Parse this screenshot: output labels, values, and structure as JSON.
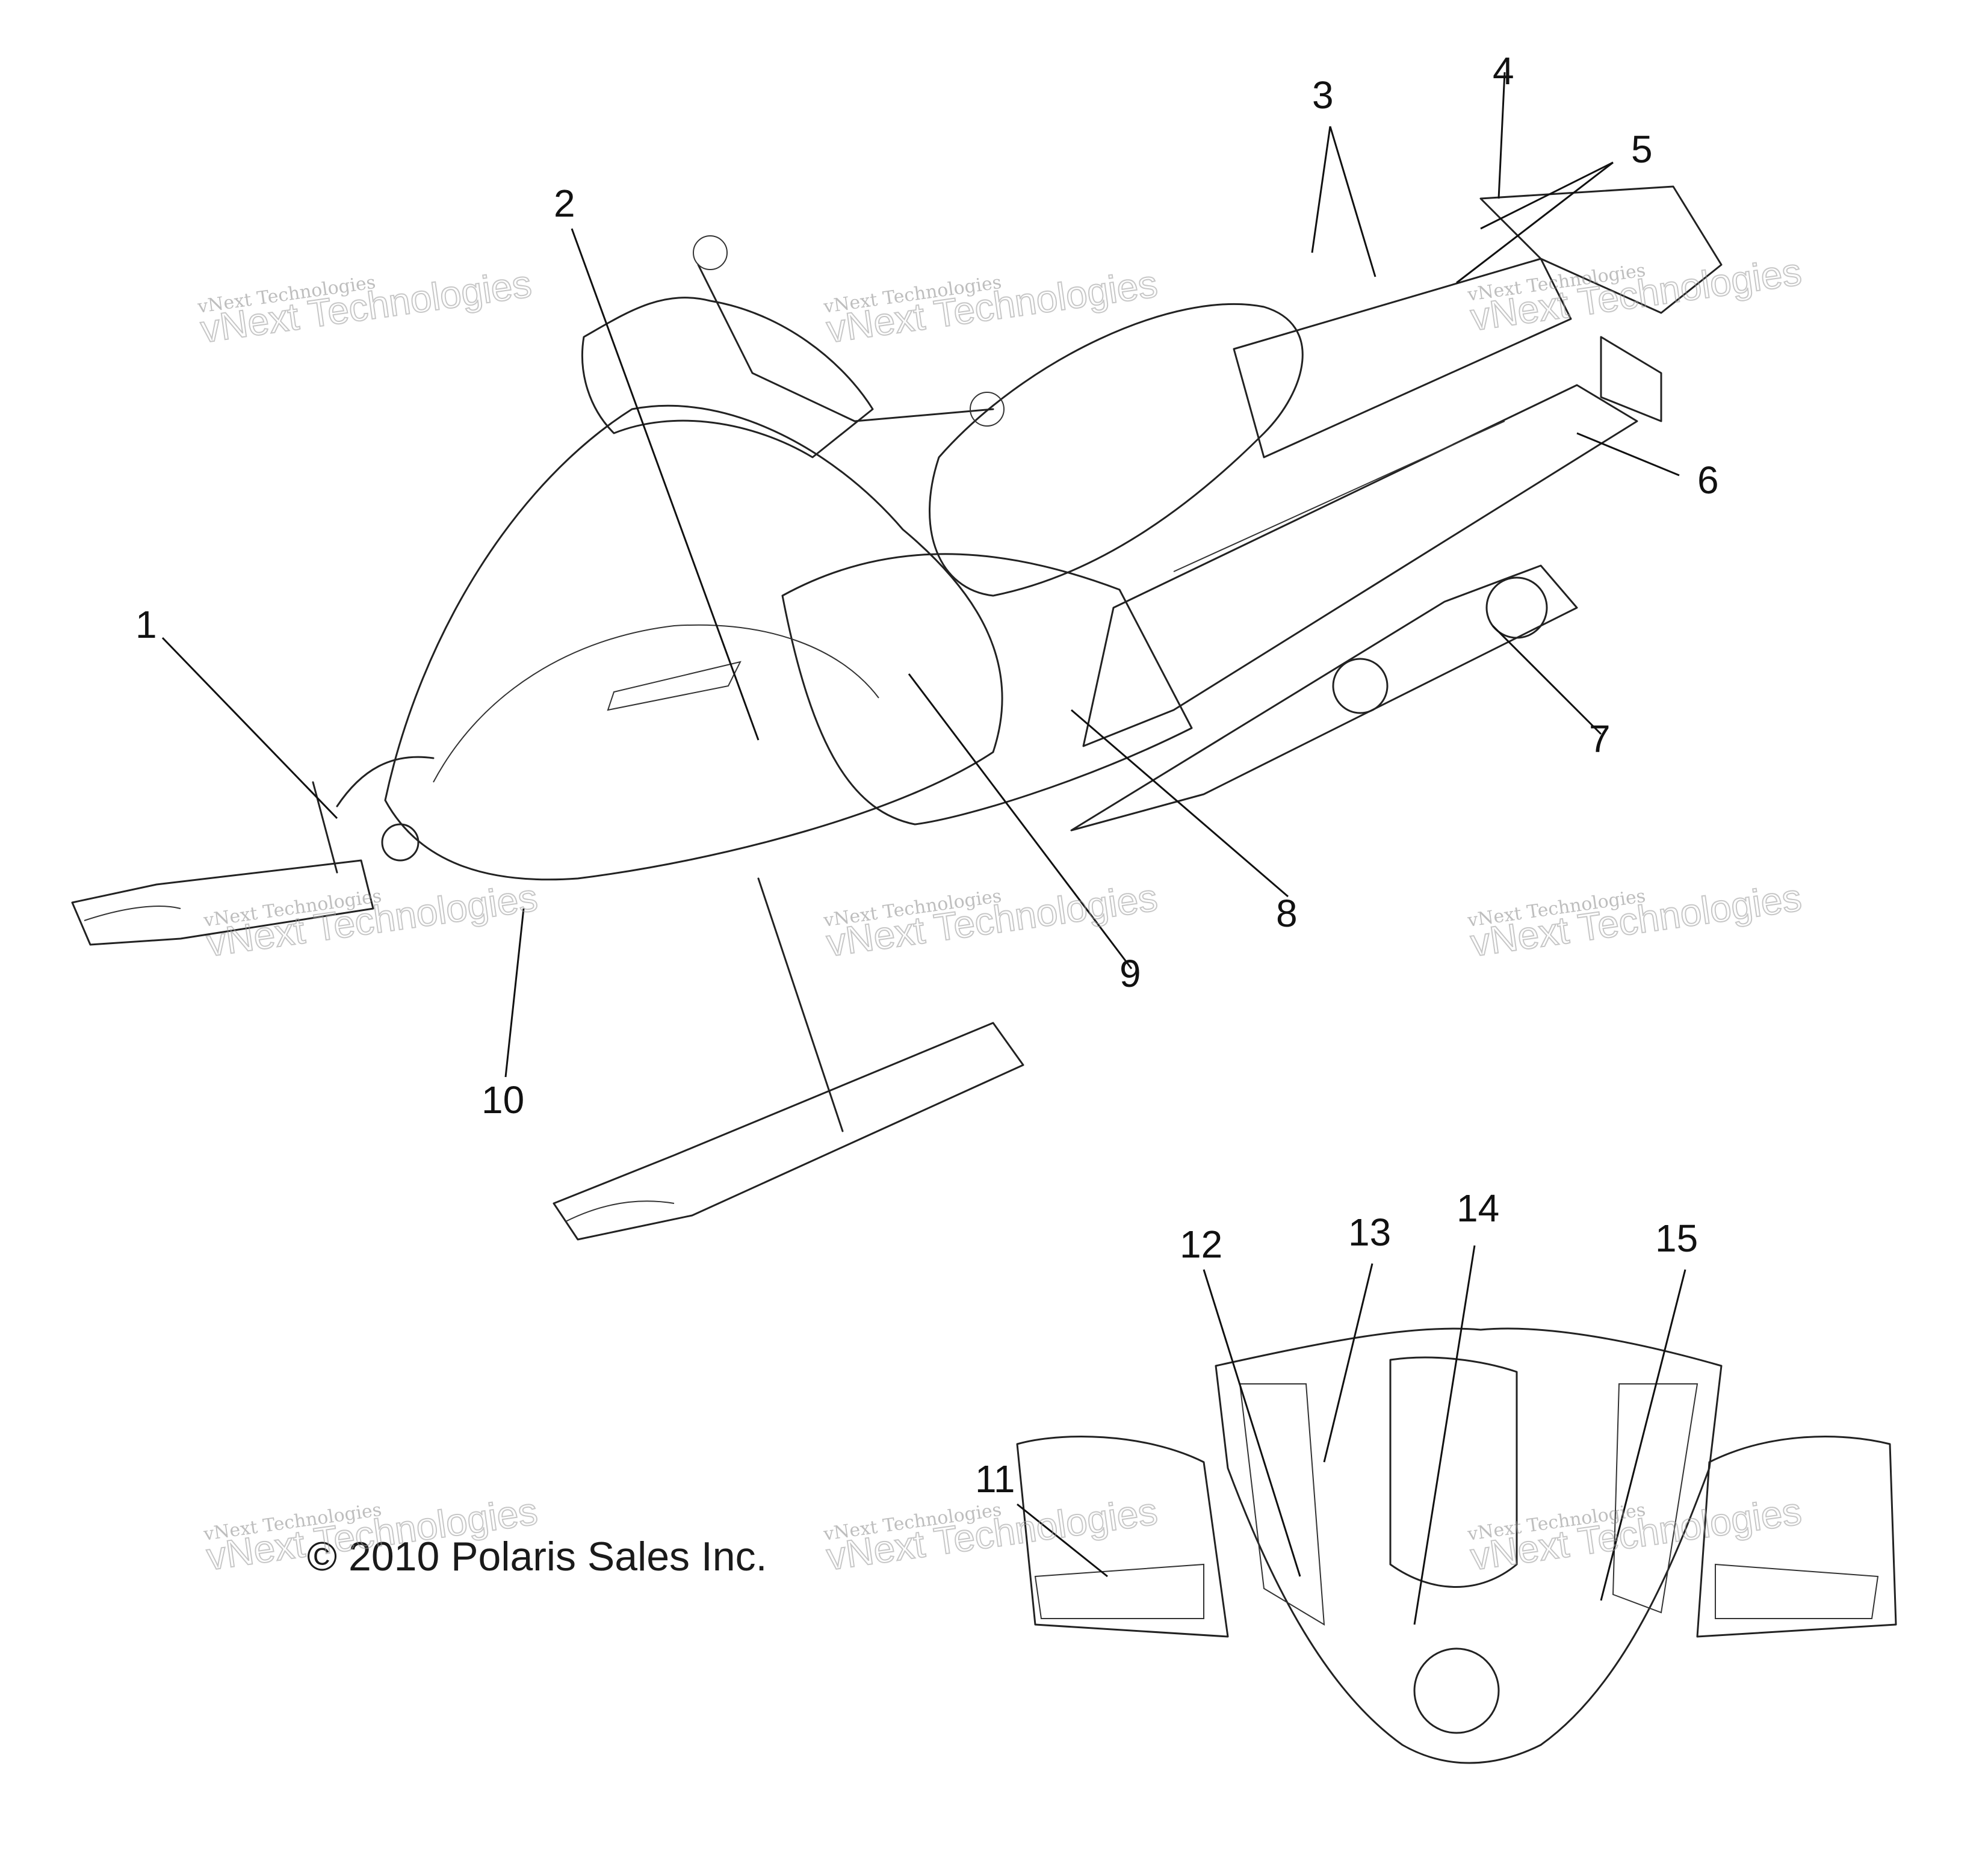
{
  "callouts": [
    "1",
    "2",
    "3",
    "4",
    "5",
    "6",
    "7",
    "8",
    "9",
    "10",
    "11",
    "12",
    "13",
    "14",
    "15"
  ],
  "copyright": "© 2010 Polaris Sales Inc.",
  "watermark": {
    "small": "vNext Technologies",
    "big": "vNext Technologies"
  },
  "colors": {
    "ink": "#111111",
    "background": "#ffffff",
    "watermark": "#8a8a8a"
  }
}
